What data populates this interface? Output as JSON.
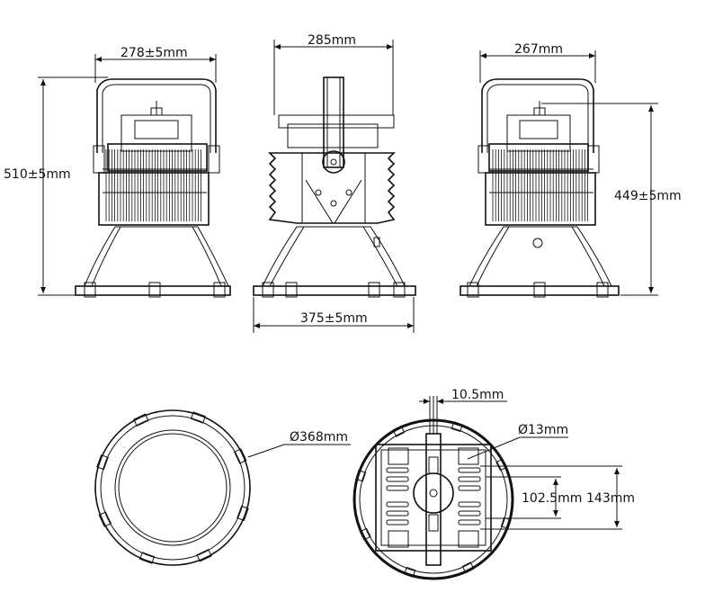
{
  "dimensions": {
    "front_width": "278±5mm",
    "side_width": "285mm",
    "back_width": "267mm",
    "total_height": "510±5mm",
    "body_height": "449±5mm",
    "base_width": "375±5mm",
    "lens_diameter": "Ø368mm",
    "slot_width": "10.5mm",
    "hole_diameter": "Ø13mm",
    "hole_spacing_inner": "102.5mm",
    "hole_spacing_outer": "143mm"
  }
}
